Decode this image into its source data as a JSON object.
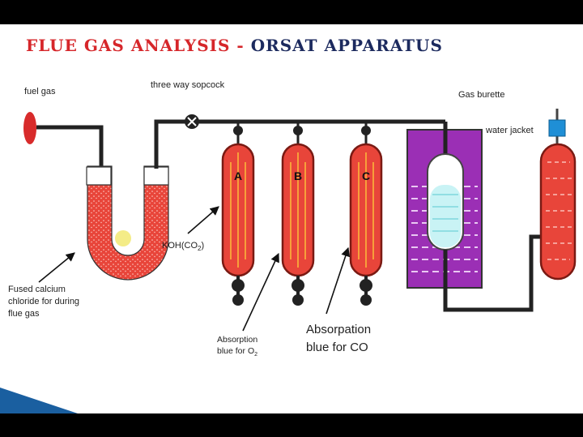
{
  "title": {
    "part1": "FLUE GAS ANALYSIS",
    "separator": " - ",
    "part2": "ORSAT APPARATUS"
  },
  "labels": {
    "fuel_gas": "fuel gas",
    "stopcock": "three way  sopcock",
    "gas_burette": "Gas burette",
    "water_jacket": "water jacket",
    "koh": "KOH(CO2)",
    "fused_line1": "Fused calcium",
    "fused_line2": "chloride for during",
    "fused_line3": "flue gas",
    "abs_o2_line1": "Absorption",
    "abs_o2_line2": "blue for O2",
    "abs_co_line1": "Absorpation",
    "abs_co_line2": "blue for CO"
  },
  "bulbs": [
    "A",
    "B",
    "C"
  ],
  "colors": {
    "title_red": "#d6262a",
    "title_blue": "#1c2a5e",
    "liquid_red": "#e8453a",
    "jacket_purple": "#9b2fb5",
    "pipe": "#222222",
    "water_cap": "#1f8fd6"
  }
}
